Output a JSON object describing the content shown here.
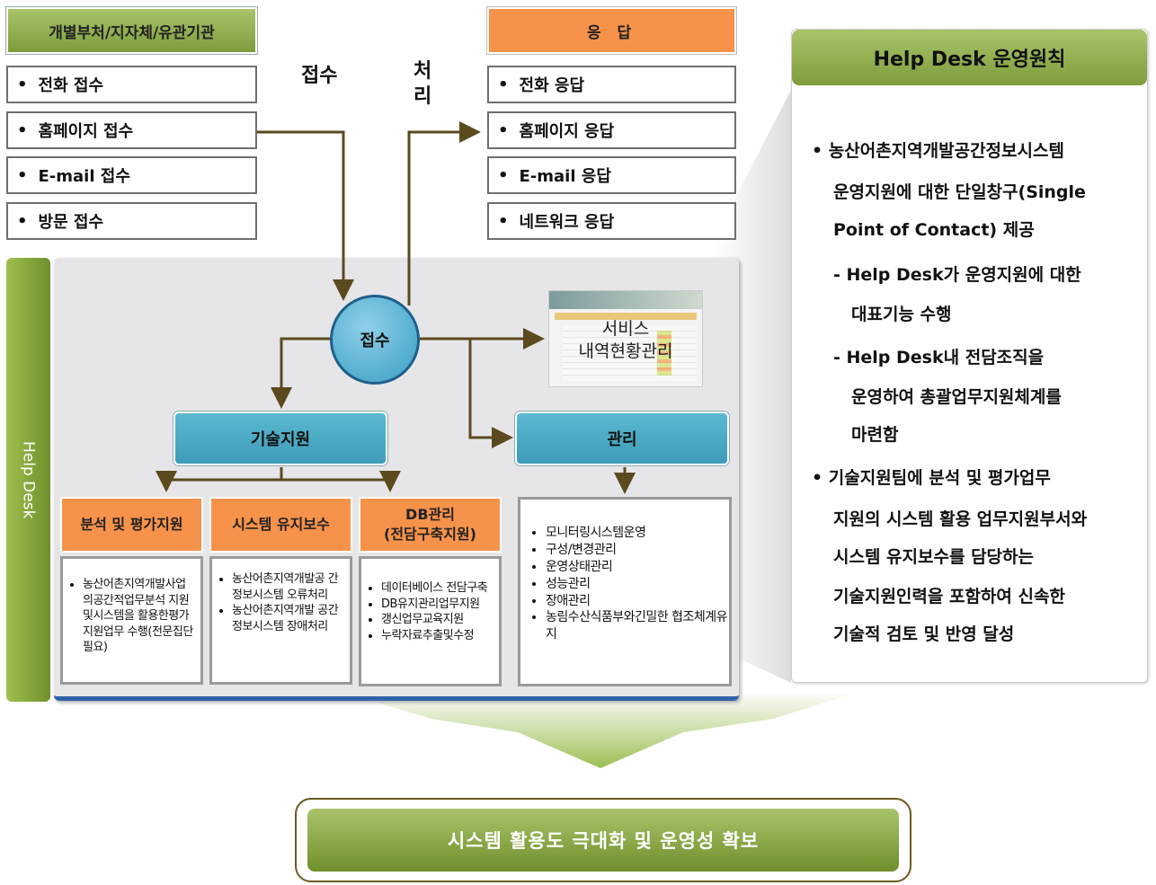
{
  "intake": {
    "header": "개별부처/지자체/유관기관",
    "channels": [
      "전화 접수",
      "홈페이지 접수",
      "E-mail 접수",
      "방문 접수"
    ]
  },
  "response": {
    "header": "응 답",
    "channels": [
      "전화 응답",
      "홈페이지 응답",
      "E-mail 응답",
      "네트워크 응답"
    ]
  },
  "flow_labels": {
    "receive": "접수",
    "process": "처\n리"
  },
  "helpdesk": {
    "side_label": "Help Desk",
    "circle": "접수",
    "service_thumb": "서비스\n내역현황관리",
    "tech_support": "기술지원",
    "management": "관리",
    "sub": [
      {
        "title": "분석 및 평가지원",
        "items": [
          "농산어촌지역개발사업 의공간적업무분석 지원및시스템을 활용한평가지원업무 수행(전문집단필요)"
        ]
      },
      {
        "title": "시스템 유지보수",
        "items": [
          "농산어촌지역개발공 간정보시스템 오류처리",
          "농산어촌지역개발 공간정보시스템 장애처리"
        ]
      },
      {
        "title": "DB관리\n(전담구축지원)",
        "items": [
          "데이터베이스 전담구축",
          "DB유지관리업무지원",
          "갱신업무교육지원",
          "누락자료추출및수정"
        ]
      }
    ],
    "management_items": [
      "모니터링시스템운영",
      "구성/변경관리",
      "운영상태관리",
      "성능관리",
      "장애관리",
      "농림수산식품부와긴밀한 협조체계유지"
    ]
  },
  "principles": {
    "title": "Help Desk 운영원칙",
    "lines": [
      "• 농산어촌지역개발공간정보시스템",
      "운영지원에 대한 단일창구(Single",
      "Point of Contact) 제공",
      "- Help Desk가 운영지원에 대한",
      "대표기능 수행",
      "- Help Desk내 전담조직을",
      "운영하여 총괄업무지원체계를",
      "마련함",
      "• 기술지원팀에 분석 및 평가업무",
      "지원의 시스템 활용 업무지원부서와",
      "시스템 유지보수를 담당하는",
      "기술지원인력을 포함하여 신속한",
      "기술적 검토 및 반영 달성"
    ]
  },
  "result": "시스템 활용도 극대화 및 운영성 확보",
  "colors": {
    "green": "#8aa84a",
    "orange": "#f7924a",
    "blue": "#3e9cb8",
    "arrow": "#5a4a1e"
  }
}
